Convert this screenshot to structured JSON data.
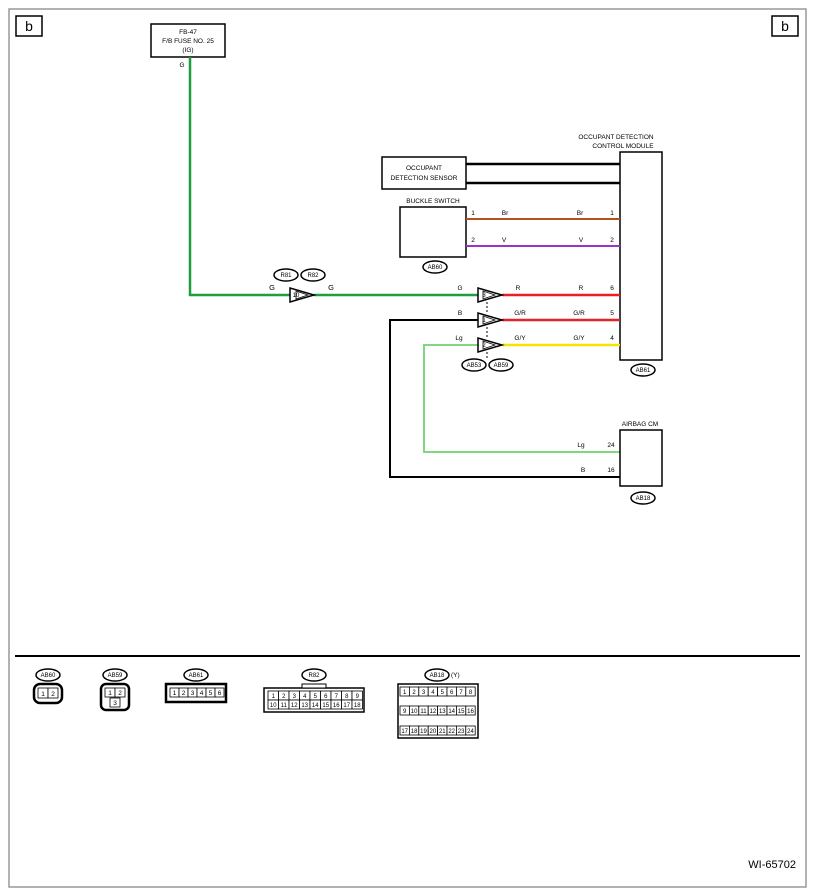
{
  "page_marks": {
    "left": "b",
    "right": "b"
  },
  "fuse": {
    "line1": "FB-47",
    "line2": "F/B FUSE NO. 25",
    "line3": "(IG)",
    "wire": "G"
  },
  "odcm": {
    "title1": "OCCUPANT DETECTION",
    "title2": "CONTROL MODULE",
    "connector": "AB61"
  },
  "sensor": {
    "line1": "OCCUPANT",
    "line2": "DETECTION SENSOR"
  },
  "buckle": {
    "title": "BUCKLE SWITCH",
    "connector": "AB60"
  },
  "airbag": {
    "title": "AIRBAG CM",
    "connector": "AB18"
  },
  "junction_r": {
    "left": "R81",
    "right": "R82",
    "pin": "10"
  },
  "junction_ab": {
    "left": "AB53",
    "right": "AB59"
  },
  "wires": {
    "br": {
      "pin_left": "1",
      "color": "#b5501f",
      "label_left": "Br",
      "label_right": "Br",
      "pin_right": "1"
    },
    "v": {
      "pin_left": "2",
      "color": "#9933cc",
      "label_left": "V",
      "label_right": "V",
      "pin_right": "2"
    },
    "g_fuse": {
      "color": "#1e9e3e",
      "label_left": "G",
      "label_right": "G"
    },
    "r": {
      "color_left": "#1e9e3e",
      "color_right": "#ee1c24",
      "label_in": "G",
      "pin_conn": "3",
      "label_out": "R",
      "label_right": "R",
      "pin_right": "6"
    },
    "gr": {
      "color_right": "#e0242c",
      "label_in": "B",
      "pin_conn": "1",
      "label_out": "G/R",
      "label_right": "G/R",
      "pin_right": "5"
    },
    "gy": {
      "color_left": "#7fd77f",
      "color_right": "#f2e600",
      "label_in": "Lg",
      "pin_conn": "2",
      "label_out": "G/Y",
      "label_right": "G/Y",
      "pin_right": "4"
    },
    "lg": {
      "color": "#7fd77f",
      "label": "Lg",
      "pin": "24"
    },
    "b": {
      "color": "#000000",
      "label": "B",
      "pin": "16"
    }
  },
  "connectors": {
    "ab60": {
      "label": "AB60",
      "pins": [
        "1",
        "2"
      ]
    },
    "ab59": {
      "label": "AB59",
      "pins": [
        "1",
        "2",
        "3"
      ]
    },
    "ab61": {
      "label": "AB61",
      "pins": [
        "1",
        "2",
        "3",
        "4",
        "5",
        "6"
      ]
    },
    "r82": {
      "label": "R82",
      "row1": [
        "1",
        "2",
        "3",
        "4",
        "5",
        "6",
        "7",
        "8",
        "9"
      ],
      "row2": [
        "10",
        "11",
        "12",
        "13",
        "14",
        "15",
        "16",
        "17",
        "18"
      ]
    },
    "ab18": {
      "label": "AB18",
      "suffix": "(Y)",
      "row1": [
        "1",
        "2",
        "3",
        "4",
        "5",
        "6",
        "7",
        "8"
      ],
      "row2": [
        "9",
        "10",
        "11",
        "12",
        "13",
        "14",
        "15",
        "16"
      ],
      "row3": [
        "17",
        "18",
        "19",
        "20",
        "21",
        "22",
        "23",
        "24"
      ]
    }
  },
  "doc_id": "WI-65702"
}
